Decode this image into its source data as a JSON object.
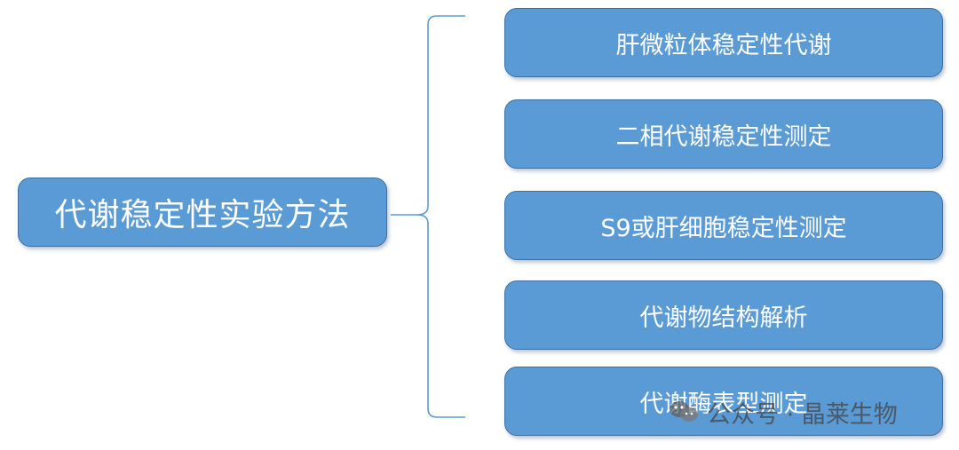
{
  "colors": {
    "box_fill": "#5b9bd5",
    "box_border": "#3f6f9e",
    "connector": "#5b9bd5",
    "text": "#ffffff"
  },
  "diagram": {
    "root": {
      "label": "代谢稳定性实验方法"
    },
    "children": [
      {
        "label": "肝微粒体稳定性代谢"
      },
      {
        "label": "二相代谢稳定性测定"
      },
      {
        "label": "S9或肝细胞稳定性测定"
      },
      {
        "label": "代谢物结构解析"
      },
      {
        "label": "代谢酶表型测定"
      }
    ]
  },
  "watermark": {
    "text": "公众号 · 晶莱生物",
    "icon": "wechat-logo"
  }
}
